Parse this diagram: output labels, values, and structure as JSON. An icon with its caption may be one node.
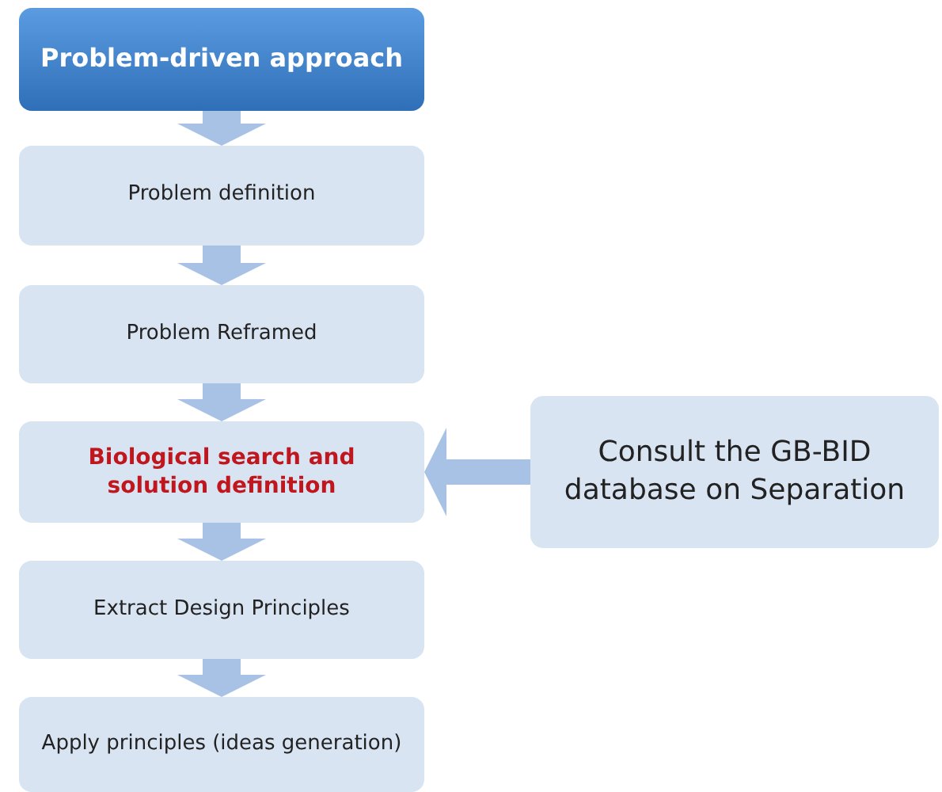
{
  "diagram": {
    "nodes": [
      {
        "text": [
          "Problem-driven approach"
        ]
      },
      {
        "text": [
          "Problem definition"
        ]
      },
      {
        "text": [
          "Problem Reframed"
        ]
      },
      {
        "text": [
          "Biological search and solution definition"
        ]
      },
      {
        "text": [
          "Extract Design Principles"
        ]
      },
      {
        "text": [
          "Apply principles (ideas generation)"
        ]
      },
      {
        "text": [
          "Consult the GB-BID database on Separation"
        ]
      }
    ],
    "edges": [
      {
        "from": 0,
        "to": 1,
        "arrow": "to"
      },
      {
        "from": 1,
        "to": 2,
        "arrow": "to"
      },
      {
        "from": 2,
        "to": 3,
        "arrow": "to"
      },
      {
        "from": 3,
        "to": 4,
        "arrow": "to"
      },
      {
        "from": 4,
        "to": 5,
        "arrow": "to"
      },
      {
        "from": 6,
        "to": 3,
        "arrow": "to"
      }
    ]
  }
}
